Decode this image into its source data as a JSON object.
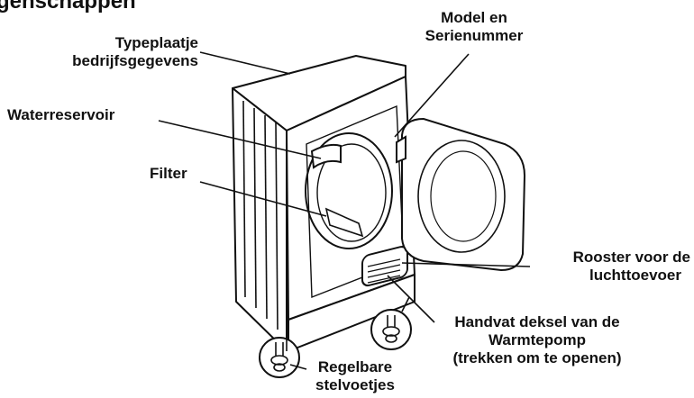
{
  "heading": "genschappen",
  "labels": {
    "typeplaatje": [
      "Typeplaatje",
      "bedrijfsgegevens"
    ],
    "model": [
      "Model en",
      "Serienummer"
    ],
    "waterreservoir": [
      "Waterreservoir"
    ],
    "filter": [
      "Filter"
    ],
    "rooster": [
      "Rooster voor de",
      "luchttoevoer"
    ],
    "handvat": [
      "Handvat deksel van de",
      "Warmtepomp",
      "(trekken om te openen)"
    ],
    "stelvoetjes": [
      "Regelbare",
      "stelvoetjes"
    ]
  }
}
